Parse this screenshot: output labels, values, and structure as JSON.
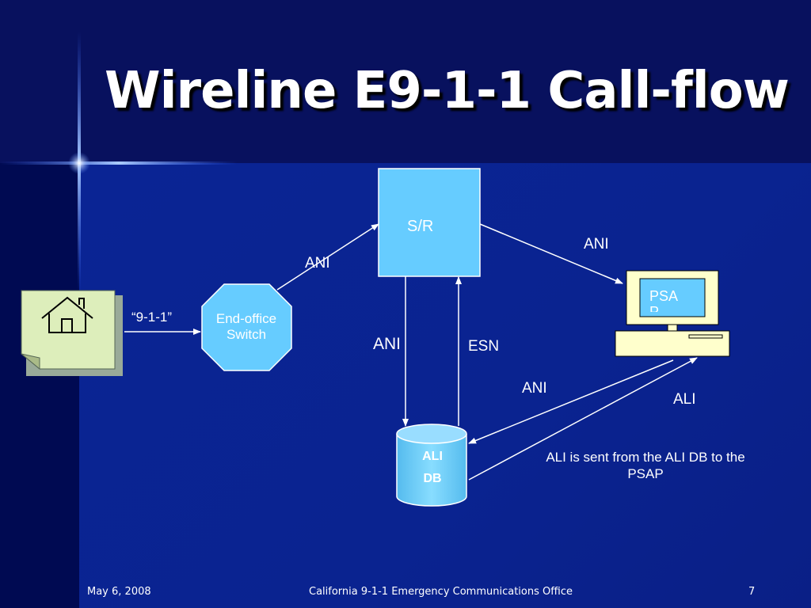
{
  "slide": {
    "title": "Wireline E9-1-1 Call-flow"
  },
  "diagram": {
    "house_dial_label": "“9-1-1”",
    "end_office": {
      "line1": "End-office",
      "line2": "Switch"
    },
    "sr_box": "S/R",
    "psap": {
      "line1": "PSA",
      "line2": "P"
    },
    "ali_db": {
      "line1": "ALI",
      "line2": "DB"
    },
    "edge_labels": {
      "switch_to_sr": "ANI",
      "sr_to_psap": "ANI",
      "sr_to_alidb": "ANI",
      "alidb_to_sr": "ESN",
      "psap_to_alidb": "ANI",
      "alidb_to_psap": "ALI"
    },
    "note": {
      "line1": "ALI is sent from the ALI DB to the",
      "line2": "PSAP"
    }
  },
  "footer": {
    "date": "May 6, 2008",
    "organization": "California 9-1-1 Emergency Communications Office",
    "page_number": "7"
  },
  "colors": {
    "node_fill": "#66ccff",
    "house_fill": "#ddeebb",
    "computer_fill": "#ffffcc",
    "background": "#0a2494"
  }
}
